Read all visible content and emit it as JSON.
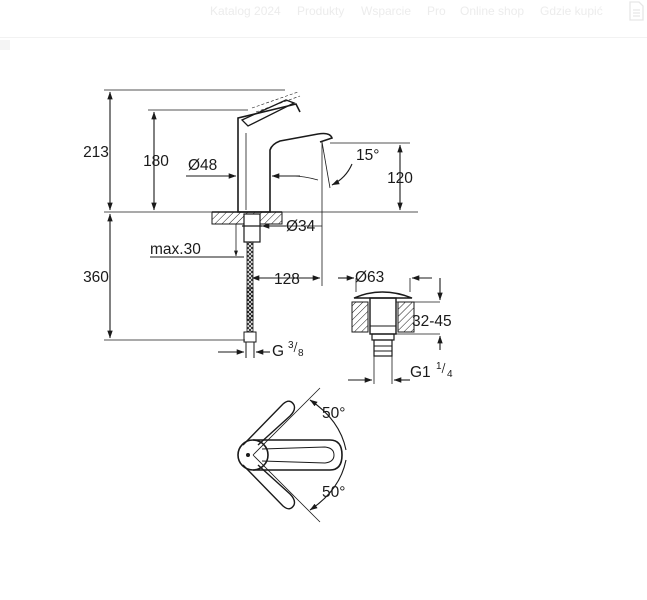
{
  "nav": {
    "items": [
      "Katalog 2024",
      "Produkty",
      "Wsparcie",
      "Pro",
      "Online shop",
      "Gdzie kupić"
    ]
  },
  "icons": {
    "document": "document-icon"
  },
  "drawing": {
    "heights": {
      "total": "213",
      "spout": "180",
      "outlet": "120",
      "below": "360"
    },
    "diameters": {
      "body": "Ø48",
      "base": "Ø34",
      "waste": "Ø63"
    },
    "max_thickness": "max.30",
    "projection": "128",
    "angle_outlet": "15°",
    "angle_left": "50°",
    "angle_right": "50°",
    "waste_range": "32-45",
    "thread_hose": {
      "base": "G",
      "num": "3",
      "den": "8"
    },
    "thread_waste": {
      "base": "G1",
      "num": "1",
      "den": "4"
    }
  },
  "colors": {
    "line": "#1a1a1a",
    "nav_text": "#ececec"
  }
}
